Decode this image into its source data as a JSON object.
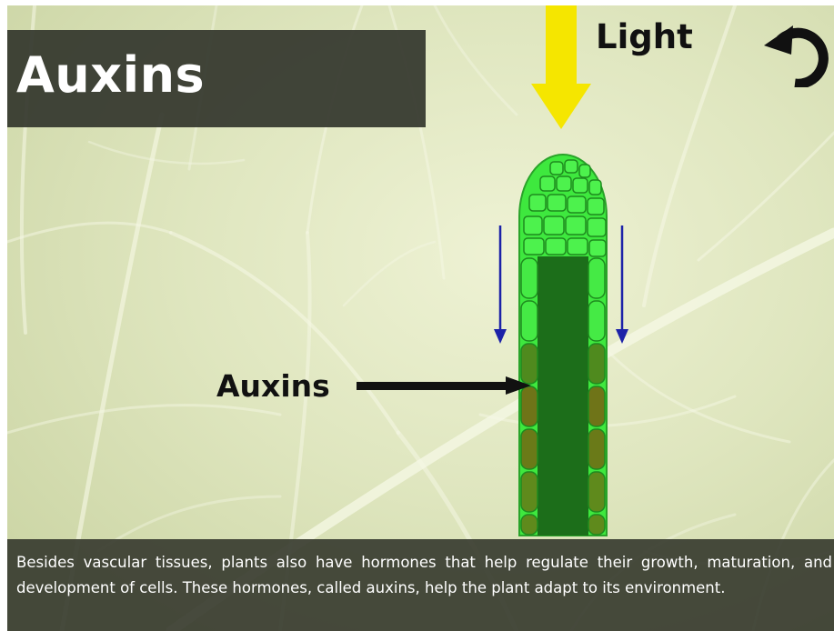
{
  "title": "Auxins",
  "light_label": "Light",
  "diagram": {
    "auxins_label": "Auxins"
  },
  "caption": "Besides vascular tissues, plants also have hormones that help regulate their growth, maturation, and development of cells. These hormones, called auxins, help the plant adapt to its environment.",
  "icons": {
    "reset": "undo-arrow-icon",
    "light_arrow": "down-arrow-icon",
    "pointer_arrow": "right-arrow-icon",
    "flow_arrows": "down-arrow-icon"
  },
  "colors": {
    "light_arrow": "#f5e600",
    "cell_green": "#3ee83e",
    "auxin_brown": "#7a6a14",
    "flow_arrow": "#1c22a8",
    "panel": "#34372d"
  }
}
